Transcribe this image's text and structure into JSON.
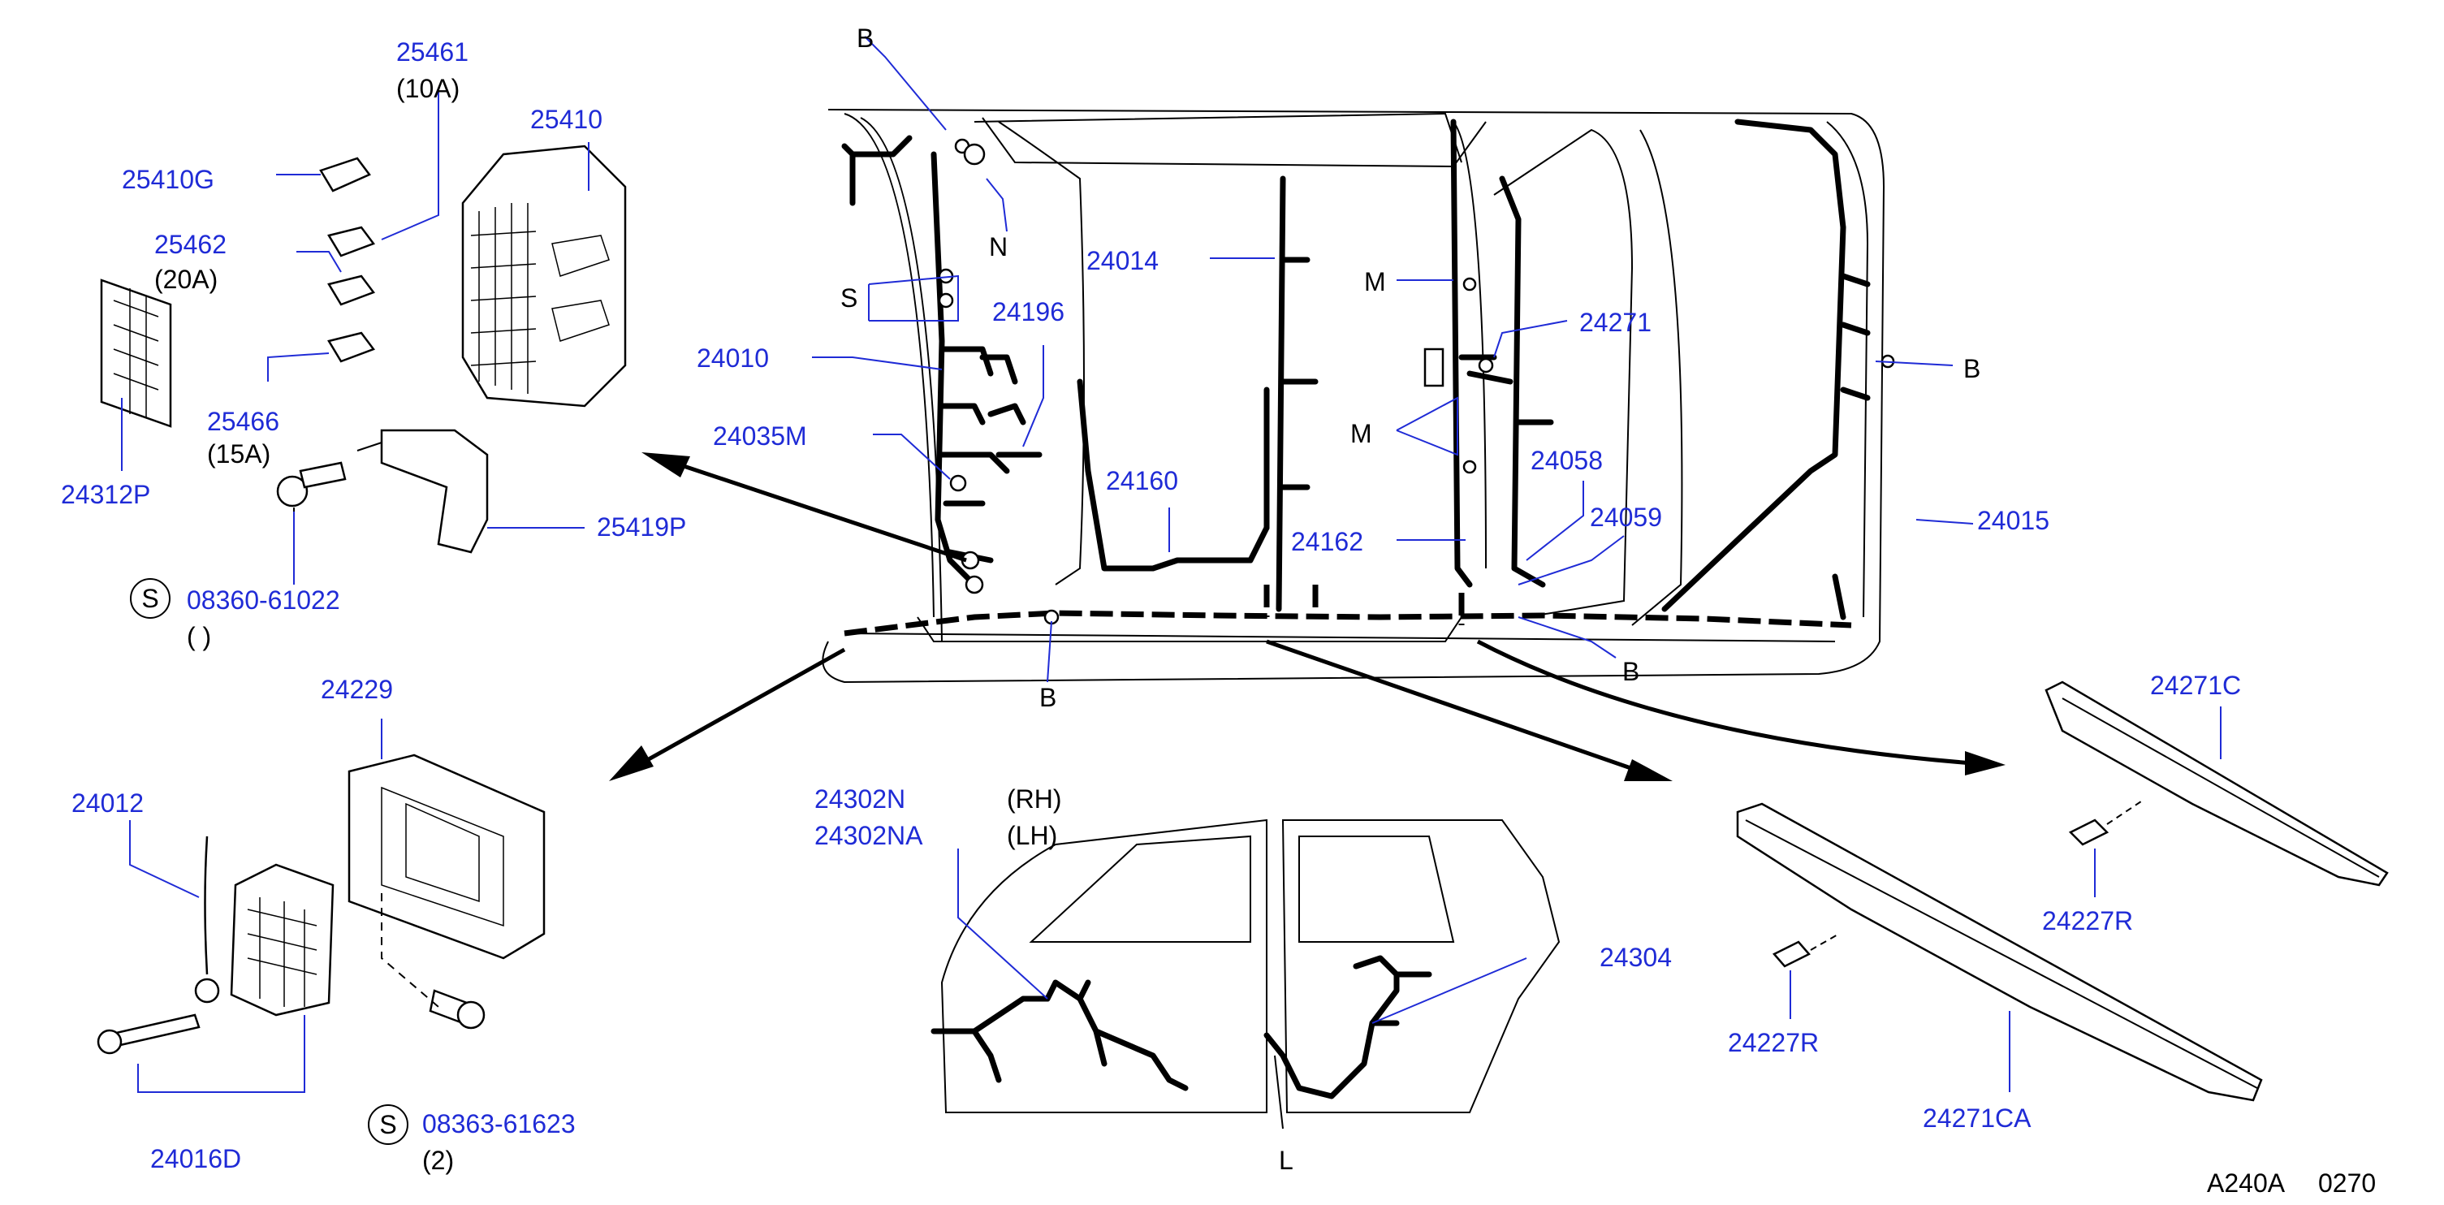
{
  "diagram_code": "A240A",
  "diagram_number": "0270",
  "callouts": {
    "p25461": "25461",
    "p25461_rating": "(10A)",
    "p25410": "25410",
    "p25410G": "25410G",
    "p25462": "25462",
    "p25462_rating": "(20A)",
    "p25466": "25466",
    "p25466_rating": "(15A)",
    "p24312P": "24312P",
    "p25419P": "25419P",
    "p08360": "08360-61022",
    "p08360_qty": "( )",
    "p24010": "24010",
    "p24196": "24196",
    "p24035M": "24035M",
    "p24014": "24014",
    "p24160": "24160",
    "p24271": "24271",
    "p24058": "24058",
    "p24059": "24059",
    "p24162": "24162",
    "p24015": "24015",
    "p24229": "24229",
    "p24012": "24012",
    "p24016D": "24016D",
    "p08363": "08363-61623",
    "p08363_qty": "(2)",
    "p24302N": "24302N",
    "p24302N_side": "(RH)",
    "p24302NA": "24302NA",
    "p24302NA_side": "(LH)",
    "p24304": "24304",
    "p24271C": "24271C",
    "p24227R_a": "24227R",
    "p24227R_b": "24227R",
    "p24271CA": "24271CA"
  },
  "connector_letters": {
    "b_top": "B",
    "n": "N",
    "s": "S",
    "b_bottom": "B",
    "m_top": "M",
    "m_mid": "M",
    "b_right": "B",
    "b_lower_right": "B",
    "l": "L"
  },
  "symbols": {
    "s_circle_upper": "S",
    "s_circle_lower": "S"
  }
}
